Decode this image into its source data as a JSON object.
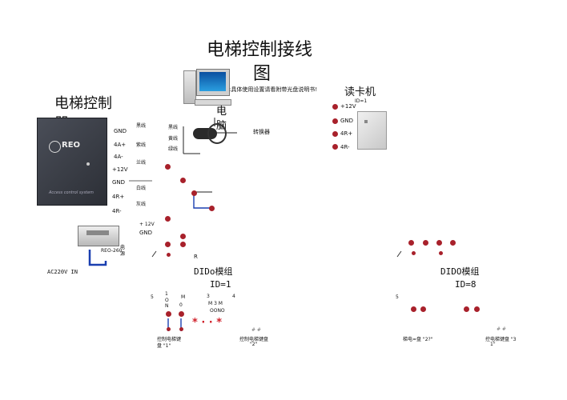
{
  "diagram": {
    "title_line1": "电梯控制接线",
    "title_line2": "图",
    "note": "备注:具体使用设置请看附带光盘说明书!",
    "computer_label": "电",
    "computer_label2": "脑",
    "controller_label_1": "电梯控制",
    "controller_label_2": "器",
    "controller_brand": "REO",
    "controller_caption": "Access control system",
    "reader_label": "读卡机",
    "reader_id": "ID=1",
    "reader_pins": [
      "+12V",
      "GND",
      "4R+",
      "4R-"
    ],
    "controller_pins": [
      "GND",
      "4A+",
      "4A-",
      "+12V",
      "GND",
      "4R+",
      "4R-"
    ],
    "wire_colors_right": [
      "黑线",
      "紫线",
      "兰线",
      "白线",
      "灰线"
    ],
    "converter_wires": [
      "黑线",
      "黄线",
      "绿线"
    ],
    "converter_label": "转换器",
    "psu_out_12v": "+ 12V",
    "psu_out_gnd": "GND",
    "psu_model": "REO-260",
    "psu_label": "电源",
    "mains_label": "AC220V IN",
    "dido_left_title": "DIDo模组",
    "dido_left_id": "ID=1",
    "dido_right_title": "DIDO模组",
    "dido_right_id": "ID=8",
    "dido_left_marks": [
      "3",
      "4",
      "M 3 M",
      "OONO"
    ],
    "dido_left_vertical": [
      "5",
      "1",
      "O",
      "N",
      "M",
      "0"
    ],
    "r_label": "R",
    "stars_row": "*  ·  ·  *",
    "hash_left": "# #",
    "hash_right": "# #",
    "panel_left_a": "控制电梯键",
    "panel_left_a2": "盘 \"1\"",
    "panel_left_b": "控制电梯键盘",
    "panel_left_b2": "\"2\"",
    "panel_right_a": "梯电=盘 \"2?\"",
    "panel_right_b": "控电梯键盘 \"3",
    "panel_right_b2": "1\"",
    "colors": {
      "wire": "#1a3fb0",
      "terminal": "#a8212b",
      "mark": "#d0202a",
      "cabinet": "#3a3d45"
    }
  }
}
